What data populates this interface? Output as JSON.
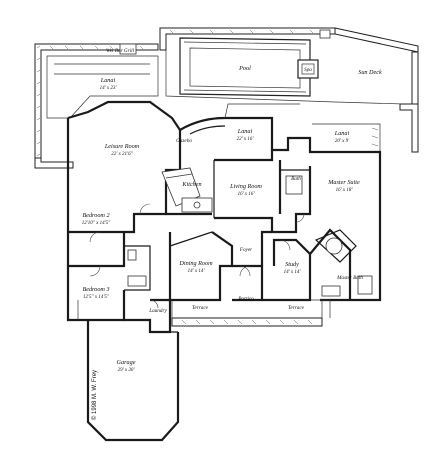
{
  "rooms": {
    "lanai_left": {
      "name": "Lanai",
      "dim": "14' x 23'"
    },
    "pool": {
      "name": "Pool"
    },
    "spa": {
      "name": "Spa"
    },
    "sun_deck": {
      "name": "Sun Deck"
    },
    "wet_bar": {
      "name": "Wet Bar Grill"
    },
    "leisure": {
      "name": "Leisure Room",
      "dim": "22' x 21'6\""
    },
    "gazebo": {
      "name": "Gazebo"
    },
    "lanai_center": {
      "name": "Lanai",
      "dim": "22' x 16'"
    },
    "lanai_right": {
      "name": "Lanai",
      "dim": "20' x 9'"
    },
    "kitchen": {
      "name": "Kitchen"
    },
    "living": {
      "name": "Living Room",
      "dim": "16' x 16'"
    },
    "master_bath_top": {
      "name": "Bath"
    },
    "master_suite": {
      "name": "Master Suite",
      "dim": "16' x 18'"
    },
    "bedroom2": {
      "name": "Bedroom 2",
      "dim": "12'10\" x 14'5\""
    },
    "bedroom3": {
      "name": "Bedroom 3",
      "dim": "12'5\" x 14'5\""
    },
    "dining": {
      "name": "Dining Room",
      "dim": "14' x 14'"
    },
    "foyer": {
      "name": "Foyer"
    },
    "study": {
      "name": "Study",
      "dim": "14' x 14'"
    },
    "master_bath": {
      "name": "Master Bath"
    },
    "laundry": {
      "name": "Laundry"
    },
    "terrace_left": {
      "name": "Terrace"
    },
    "portico": {
      "name": "Portico"
    },
    "terrace_right": {
      "name": "Terrace"
    },
    "garage": {
      "name": "Garage",
      "dim": "29' x 30'"
    }
  },
  "credit": "© 1998 M. W. Frey"
}
